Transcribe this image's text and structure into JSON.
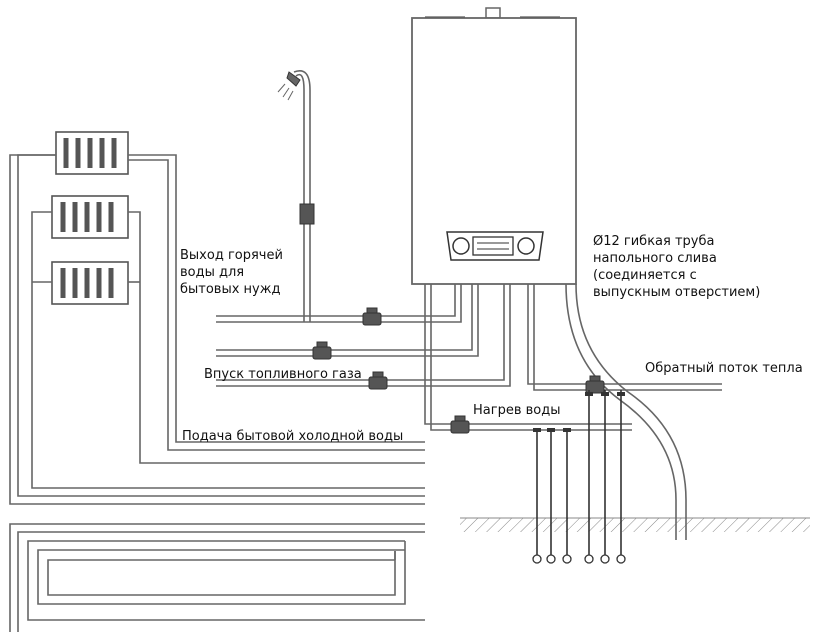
{
  "labels": {
    "hot_water_outlet": "Выход горячей\nводы для\nбытовых нужд",
    "fuel_gas_inlet": "Впуск топливного газа",
    "cold_water_supply": "Подача бытовой холодной воды",
    "water_heating": "Нагрев воды",
    "return_flow": "Обратный поток тепла",
    "drain_pipe": "Ø12 гибкая труба\nнапольного слива\n(соединяется с\nвыпускным отверстием)"
  },
  "colors": {
    "line": "#666666",
    "dark_line": "#333333",
    "valve_fill": "#555555",
    "text": "#111111",
    "background": "#ffffff"
  },
  "icons": [
    "shower-head-icon",
    "radiator-icon",
    "valve-icon",
    "boiler-icon",
    "ground-hatch-icon",
    "floor-heating-coil-icon"
  ]
}
